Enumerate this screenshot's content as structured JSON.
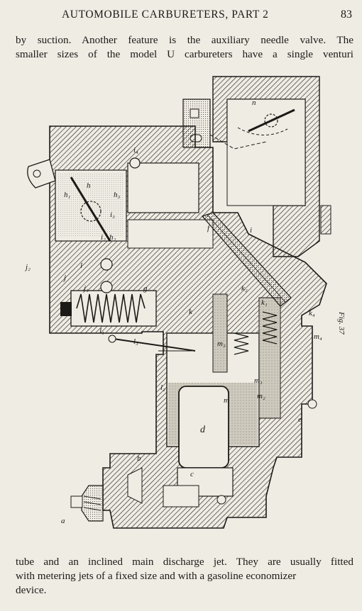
{
  "header": {
    "title": "AUTOMOBILE CARBURETERS, PART 2",
    "page_number": "83"
  },
  "top_paragraph": {
    "lines": [
      "by suction.  Another feature is the auxiliary needle valve.  The",
      "smaller sizes of the model U carbureters have a single venturi"
    ]
  },
  "figure": {
    "caption": "Fig. 37",
    "labels": {
      "a": "a",
      "b": "b",
      "c": "c",
      "d": "d",
      "e": "e",
      "f": "f",
      "g": "g",
      "h": "h",
      "i": "i",
      "j": "j",
      "k": "k",
      "l": "l",
      "m": "m",
      "n": "n",
      "h1": "h₁",
      "h2": "h₂",
      "h3": "h₃",
      "i2": "i₂",
      "i3": "i₃",
      "i4": "i₄",
      "j1": "j₁",
      "j2": "j₂",
      "k1": "k₁",
      "k2": "k₂",
      "k4": "k₄",
      "l1": "l₁",
      "l2": "l₂",
      "l3": "l₃",
      "m1": "m₁",
      "m2": "m₂",
      "m3": "m₃",
      "m4": "m₄"
    }
  },
  "bottom_paragraph": {
    "lines": [
      "tube and an inclined main discharge jet.  They are usually fitted",
      "with metering jets of a fixed size and with a gasoline economizer",
      "device."
    ]
  }
}
